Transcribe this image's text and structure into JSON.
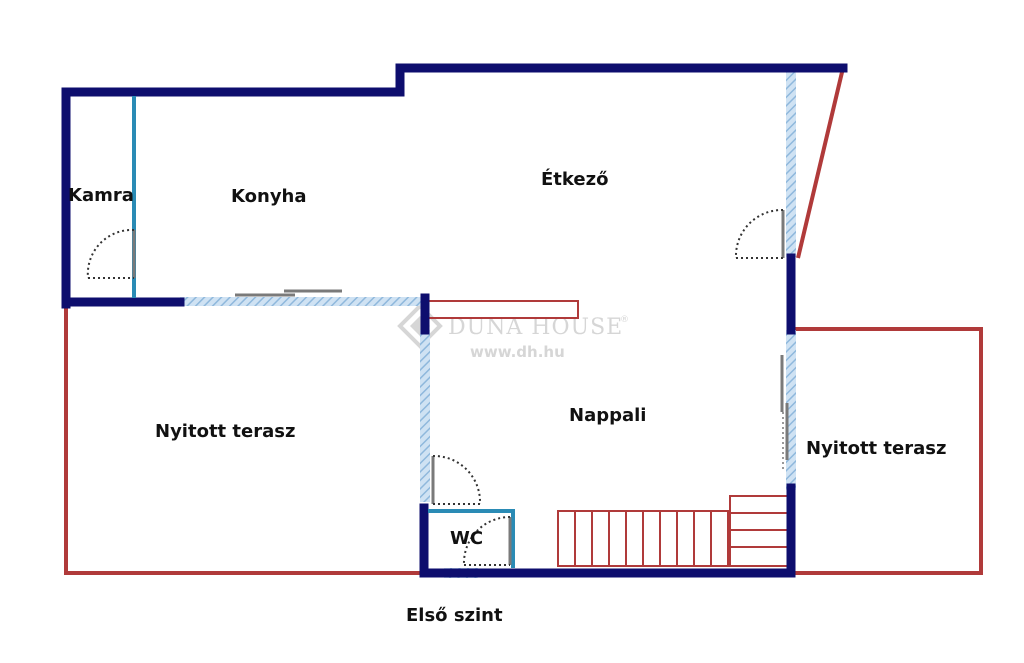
{
  "rooms": {
    "kamra": "Kamra",
    "konyha": "Konyha",
    "etkezo": "Étkező",
    "terasz_left": "Nyitott terasz",
    "nappali": "Nappali",
    "terasz_right": "Nyitott terasz",
    "wc": "WC"
  },
  "floor_label": "Első szint",
  "watermark": {
    "brand": "DUNA HOUSE",
    "registered": "®",
    "url": "www.dh.hu"
  },
  "colors": {
    "wall": "#0e0e6e",
    "terrace": "#b03a3a",
    "window": "#a9c9e6",
    "partition": "#2a8bb5",
    "stairs": "#b03a3a",
    "door": "#7a7a7a"
  }
}
